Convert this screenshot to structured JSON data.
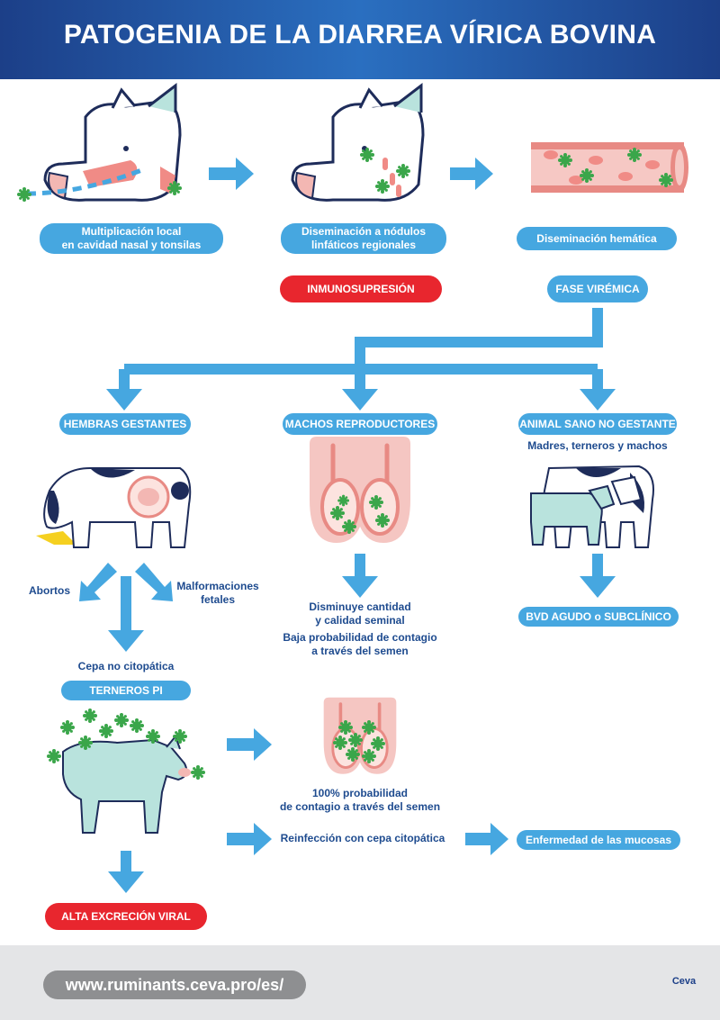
{
  "header": {
    "title": "PATOGENIA DE LA DIARREA VÍRICA BOVINA"
  },
  "top": {
    "step1": "Multiplicación local\nen cavidad nasal y tonsilas",
    "step2": "Diseminación a nódulos\nlinfáticos regionales",
    "step3": "Diseminación hemática",
    "immuno": "INMUNOSUPRESIÓN",
    "viremic": "FASE VIRÉMICA"
  },
  "branches": {
    "females": {
      "label": "HEMBRAS GESTANTES",
      "abortos": "Abortos",
      "malformaciones": "Malformaciones\nfetales",
      "cepa": "Cepa no citopática",
      "terneros": "TERNEROS PI"
    },
    "males": {
      "label": "MACHOS REPRODUCTORES",
      "effect1": "Disminuye cantidad\ny calidad seminal",
      "effect2": "Baja probabilidad de contagio\na través del semen"
    },
    "healthy": {
      "label": "ANIMAL SANO NO GESTANTE",
      "sub": "Madres, terneros y machos",
      "result": "BVD AGUDO o SUBCLÍNICO"
    }
  },
  "bottom": {
    "prob": "100% probabilidad\nde contagio a través del semen",
    "reinfeccion": "Reinfección con cepa citopática",
    "mucosas": "Enfermedad de las mucosas",
    "alta": "ALTA EXCRECIÓN VIRAL"
  },
  "footer": {
    "url": "www.ruminants.ceva.pro/es/",
    "logo": "Ceva"
  },
  "colors": {
    "header": "#1c3f88",
    "accent": "#46a7e0",
    "alert": "#e8262e",
    "text": "#1e4b8f"
  }
}
